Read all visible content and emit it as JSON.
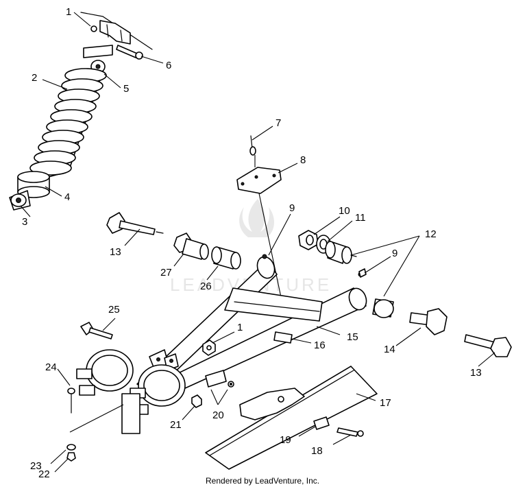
{
  "callouts": {
    "c1a": "1",
    "c2": "2",
    "c3": "3",
    "c4": "4",
    "c5": "5",
    "c6": "6",
    "c7": "7",
    "c8": "8",
    "c9a": "9",
    "c9b": "9",
    "c10": "10",
    "c11": "11",
    "c12": "12",
    "c13a": "13",
    "c13b": "13",
    "c14": "14",
    "c15": "15",
    "c16": "16",
    "c17": "17",
    "c18": "18",
    "c19": "19",
    "c20": "20",
    "c21": "21",
    "c22": "22",
    "c23": "23",
    "c24": "24",
    "c25": "25",
    "c26": "26",
    "c27": "27",
    "c1b": "1"
  },
  "watermark": "LEADVENTURE",
  "footer": "Rendered by LeadVenture, Inc."
}
